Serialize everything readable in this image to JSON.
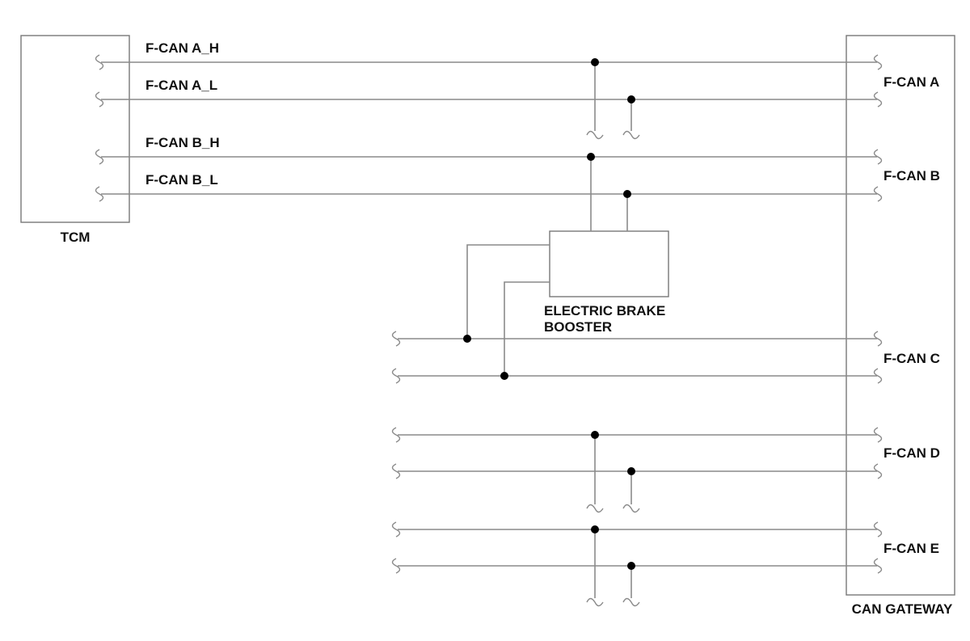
{
  "modules": {
    "tcm": "TCM",
    "gateway": "CAN GATEWAY",
    "booster_line1": "ELECTRIC BRAKE",
    "booster_line2": "BOOSTER"
  },
  "wire_labels": {
    "a_h": "F-CAN A_H",
    "a_l": "F-CAN A_L",
    "b_h": "F-CAN B_H",
    "b_l": "F-CAN B_L"
  },
  "gateway_buses": {
    "a": "F-CAN A",
    "b": "F-CAN B",
    "c": "F-CAN C",
    "d": "F-CAN D",
    "e": "F-CAN E"
  }
}
